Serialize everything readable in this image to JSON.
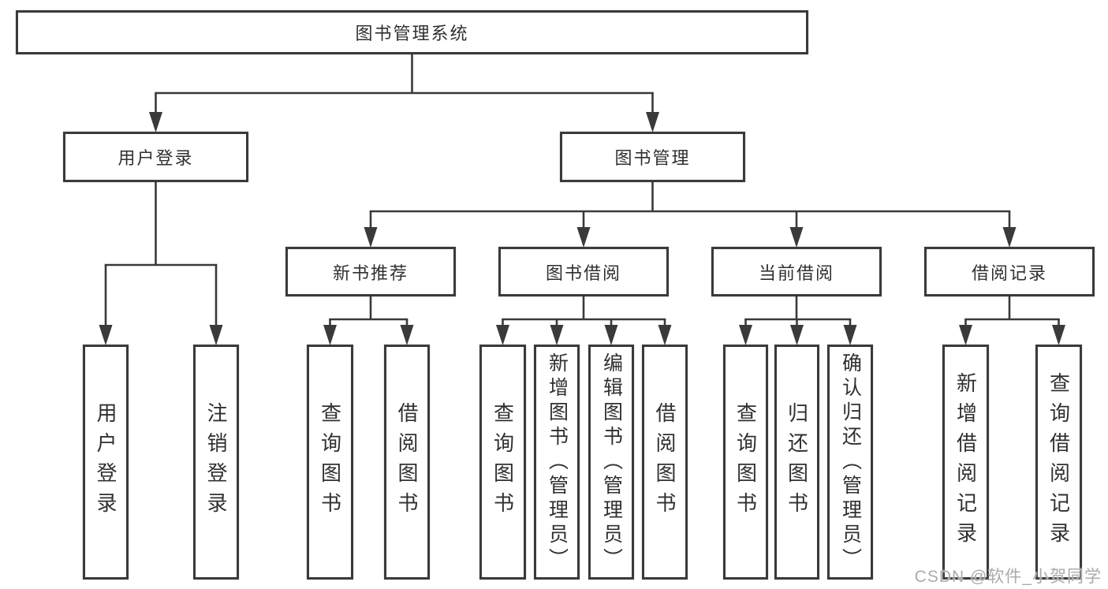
{
  "title": "图书管理系统",
  "watermark": "CSDN @软件_小贺同学",
  "colors": {
    "line": "#3a3a3a",
    "border": "#3a3a3a",
    "text": "#303030",
    "watermark": "#ababab",
    "background": "#ffffff"
  },
  "nodes": [
    {
      "id": "root",
      "label": "图书管理系统",
      "level": 1
    },
    {
      "id": "login",
      "label": "用户登录",
      "level": 2
    },
    {
      "id": "mgmt",
      "label": "图书管理",
      "level": 2
    },
    {
      "id": "newbook",
      "label": "新书推荐",
      "level": 3
    },
    {
      "id": "borrowing",
      "label": "图书借阅",
      "level": 3
    },
    {
      "id": "current",
      "label": "当前借阅",
      "level": 3
    },
    {
      "id": "records",
      "label": "借阅记录",
      "level": 3
    },
    {
      "id": "l-user-login",
      "label": "用户登录",
      "level": 4
    },
    {
      "id": "l-logout",
      "label": "注销登录",
      "level": 4
    },
    {
      "id": "l-query-new",
      "label": "查询图书",
      "level": 4
    },
    {
      "id": "l-borrow-new",
      "label": "借阅图书",
      "level": 4
    },
    {
      "id": "l-query-borrow",
      "label": "查询图书",
      "level": 4
    },
    {
      "id": "l-add-book",
      "label": "新增图书（管理员）",
      "level": 4
    },
    {
      "id": "l-edit-book",
      "label": "编辑图书（管理员）",
      "level": 4
    },
    {
      "id": "l-borrow-book",
      "label": "借阅图书",
      "level": 4
    },
    {
      "id": "l-query-current",
      "label": "查询图书",
      "level": 4
    },
    {
      "id": "l-return-book",
      "label": "归还图书",
      "level": 4
    },
    {
      "id": "l-confirm-return",
      "label": "确认归还（管理员）",
      "level": 4
    },
    {
      "id": "l-add-record",
      "label": "新增借阅记录",
      "level": 4
    },
    {
      "id": "l-query-record",
      "label": "查询借阅记录",
      "level": 4
    }
  ],
  "edges": [
    {
      "parent": "root",
      "children": [
        "login",
        "mgmt"
      ]
    },
    {
      "parent": "login",
      "children": [
        "l-user-login",
        "l-logout"
      ]
    },
    {
      "parent": "mgmt",
      "children": [
        "newbook",
        "borrowing",
        "current",
        "records"
      ]
    },
    {
      "parent": "newbook",
      "children": [
        "l-query-new",
        "l-borrow-new"
      ]
    },
    {
      "parent": "borrowing",
      "children": [
        "l-query-borrow",
        "l-add-book",
        "l-edit-book",
        "l-borrow-book"
      ]
    },
    {
      "parent": "current",
      "children": [
        "l-query-current",
        "l-return-book",
        "l-confirm-return"
      ]
    },
    {
      "parent": "records",
      "children": [
        "l-add-record",
        "l-query-record"
      ]
    }
  ]
}
